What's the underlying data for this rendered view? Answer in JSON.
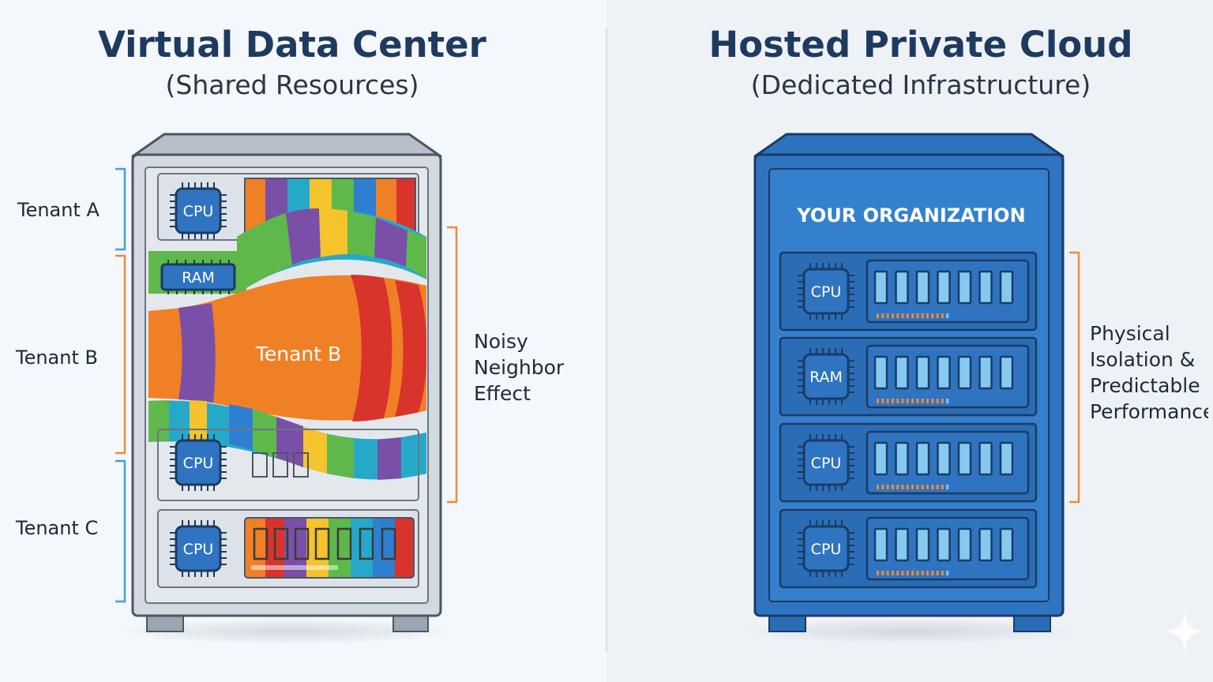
{
  "left": {
    "title": "Virtual Data Center",
    "subtitle": "(Shared Resources)",
    "tenants": [
      "Tenant A",
      "Tenant B",
      "Tenant C"
    ],
    "chips": [
      "CPU",
      "RAM",
      "CPU",
      "CPU"
    ],
    "band_label": "Tenant B",
    "annotation": [
      "Noisy",
      "Neighbor",
      "Effect"
    ]
  },
  "right": {
    "title": "Hosted Private Cloud",
    "subtitle": "(Dedicated Infrastructure)",
    "org_label": "YOUR ORGANIZATION",
    "chips": [
      "CPU",
      "RAM",
      "CPU",
      "CPU"
    ],
    "annotation": [
      "Physical",
      "Isolation &",
      "Predictable",
      "Performance"
    ]
  },
  "colors": {
    "orange": "#f08026",
    "purple": "#7a4fa8",
    "blue": "#2f7fd0",
    "green": "#5fb84a",
    "yellow": "#f5c32c",
    "red": "#d8342c",
    "teal": "#26a9c9",
    "navy": "#1e3a5f",
    "rack_blue": "#2f74c0",
    "tenant_a_bracket": "#4a9ed6",
    "tenant_b_bracket": "#ef8a3a"
  }
}
